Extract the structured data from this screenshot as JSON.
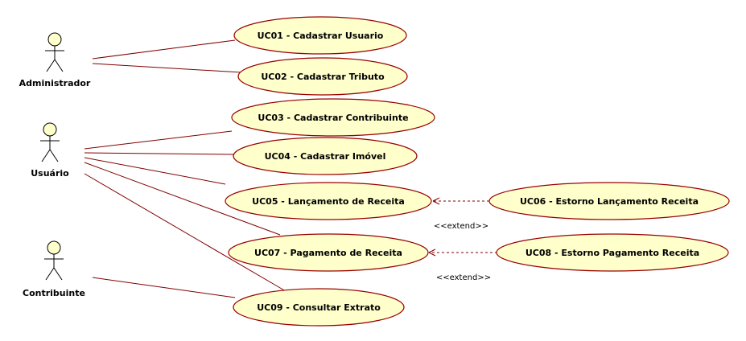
{
  "actors": [
    {
      "id": "admin",
      "label": "Administrador"
    },
    {
      "id": "usuario",
      "label": "Usuário"
    },
    {
      "id": "contribuinte",
      "label": "Contribuinte"
    }
  ],
  "use_cases": [
    {
      "id": "uc01",
      "label": "UC01 - Cadastrar Usuario"
    },
    {
      "id": "uc02",
      "label": "UC02 - Cadastrar Tributo"
    },
    {
      "id": "uc03",
      "label": "UC03 - Cadastrar Contribuinte"
    },
    {
      "id": "uc04",
      "label": "UC04 - Cadastrar Imóvel"
    },
    {
      "id": "uc05",
      "label": "UC05 - Lançamento de Receita"
    },
    {
      "id": "uc06",
      "label": "UC06 - Estorno Lançamento Receita"
    },
    {
      "id": "uc07",
      "label": "UC07 - Pagamento de Receita"
    },
    {
      "id": "uc08",
      "label": "UC08 - Estorno Pagamento Receita"
    },
    {
      "id": "uc09",
      "label": "UC09 - Consultar Extrato"
    }
  ],
  "extends": [
    {
      "id": "ext1",
      "label": "<<extend>>"
    },
    {
      "id": "ext2",
      "label": "<<extend>>"
    }
  ],
  "colors": {
    "use_case_fill": "#ffffcc",
    "use_case_stroke": "#990000",
    "line": "#800000"
  }
}
